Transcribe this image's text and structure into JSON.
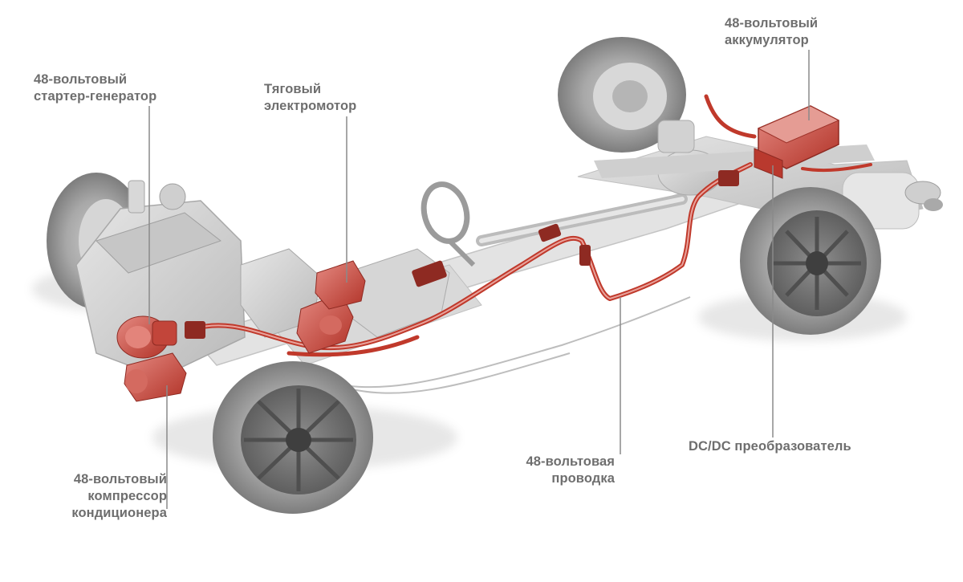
{
  "labels": {
    "starter_generator": [
      "48-вольтовый",
      "стартер-генератор"
    ],
    "traction_motor": [
      "Тяговый",
      "электромотор"
    ],
    "battery": [
      "48-вольтовый",
      "аккумулятор"
    ],
    "dcdc_converter": [
      "DC/DC преобразователь"
    ],
    "wiring": [
      "48-вольтовая",
      "проводка"
    ],
    "ac_compressor": [
      "48-вольтовый",
      "компрессор",
      "кондиционера"
    ]
  },
  "colors": {
    "background": "#ffffff",
    "label_text": "#6e6e6e",
    "leader_line": "#8a8a8a",
    "chassis_grey": "#cfcfcf",
    "tire_grey": "#9a9a9a",
    "highlight_red": "#c0392b",
    "highlight_red_light": "#e07a72"
  }
}
